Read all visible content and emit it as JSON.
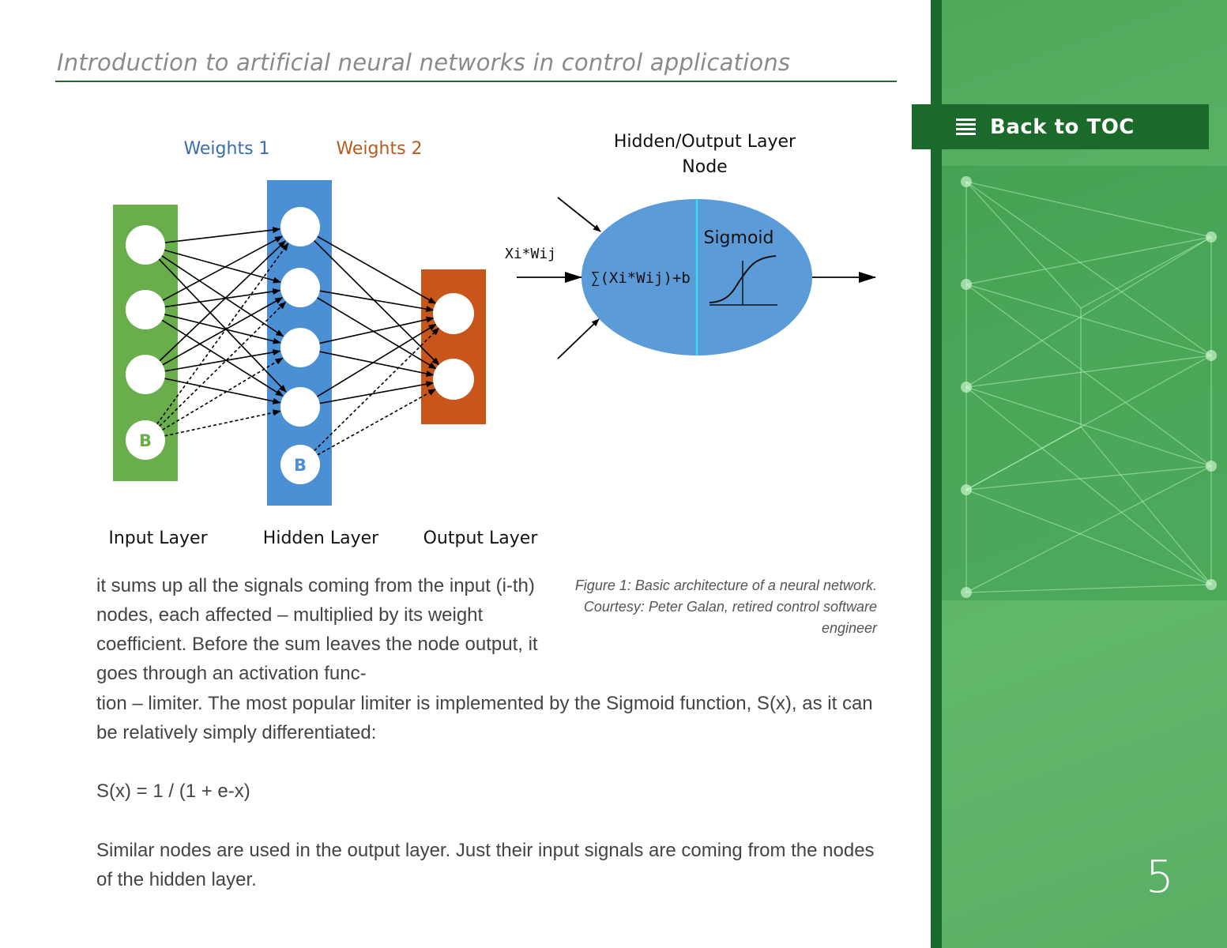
{
  "header": {
    "title": "Introduction to artificial neural networks in control applications"
  },
  "figure": {
    "weights1": "Weights 1",
    "weights2": "Weights 2",
    "node_title_line1": "Hidden/Output Layer",
    "node_title_line2": "Node",
    "input_label": "Input Layer",
    "hidden_label": "Hidden Layer",
    "output_label": "Output Layer",
    "bias_input": "B",
    "bias_hidden": "B",
    "sigmoid_label": "Sigmoid",
    "input_signal_label": "Xi*Wij",
    "sum_label": "∑(Xi*Wij)+b",
    "colors": {
      "input": "#6aae4b",
      "hidden": "#4b8fd4",
      "output": "#c8551a",
      "weights1": "#3b6ea8",
      "weights2": "#b85a1e",
      "node": "#5b9bd8"
    },
    "caption": "Figure 1: Basic architecture of a neural network. Courtesy: Peter Galan, retired control software engineer"
  },
  "content": {
    "p1a": "it sums up all the signals coming from the input (i-th) nodes, each affected – multiplied by its weight coefficient. Before the sum leaves the node output, it goes through an activation func-",
    "p1b": "tion – limiter. The most popular limiter is implemented by the Sigmoid function, S(x), as it can be relatively simply differentiated:",
    "formula": "S(x) = 1 / (1 + e-x)",
    "p2": "Similar nodes are used in the output layer. Just their input signals are coming from the nodes of the hidden layer."
  },
  "sidebar": {
    "toc_label": "Back to TOC",
    "toc_icon": "list-icon",
    "page_number": "5"
  }
}
